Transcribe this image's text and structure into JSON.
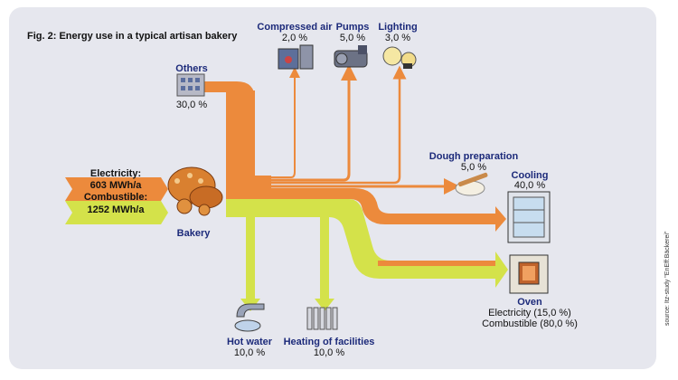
{
  "figure": {
    "title": "Fig. 2: Energy use in a typical artisan bakery",
    "source": "source: Itz-study \"EnEff:Bäckerei\""
  },
  "inputs": {
    "electricity_label": "Electricity:",
    "electricity_value": "603 MWh/a",
    "combustible_label": "Combustible:",
    "combustible_value": "1252 MWh/a"
  },
  "hub": {
    "label": "Bakery"
  },
  "consumers": [
    {
      "key": "others",
      "label": "Others",
      "value": "30,0 %",
      "icon": "office-building-icon"
    },
    {
      "key": "compressed-air",
      "label": "Compressed air",
      "value": "2,0 %",
      "icon": "compressor-icon"
    },
    {
      "key": "pumps",
      "label": "Pumps",
      "value": "5,0 %",
      "icon": "pump-icon"
    },
    {
      "key": "lighting",
      "label": "Lighting",
      "value": "3,0 %",
      "icon": "light-bulb-icon"
    },
    {
      "key": "dough-preparation",
      "label": "Dough preparation",
      "value": "5,0 %",
      "icon": "dough-icon"
    },
    {
      "key": "cooling",
      "label": "Cooling",
      "value": "40,0 %",
      "icon": "refrigerator-icon"
    },
    {
      "key": "hot-water",
      "label": "Hot water",
      "value": "10,0 %",
      "icon": "faucet-icon"
    },
    {
      "key": "heating",
      "label": "Heating of facilities",
      "value": "10,0 %",
      "icon": "radiator-icon"
    }
  ],
  "oven": {
    "label": "Oven",
    "electricity": "Electricity (15,0 %)",
    "combustible": "Combustible (80,0 %)",
    "icon": "oven-icon"
  },
  "colors": {
    "electricity": "#ec8a3c",
    "combustible": "#d4e24a",
    "label_blue": "#1c2a7a",
    "panel": "#e6e7ee"
  },
  "chart_data": {
    "type": "sankey",
    "title": "Fig. 2: Energy use in a typical artisan bakery",
    "sources": [
      {
        "name": "Electricity",
        "value": 603,
        "unit": "MWh/a"
      },
      {
        "name": "Combustible",
        "value": 1252,
        "unit": "MWh/a"
      }
    ],
    "hub": "Bakery",
    "electricity_shares": [
      {
        "target": "Others",
        "percent": 30.0
      },
      {
        "target": "Compressed air",
        "percent": 2.0
      },
      {
        "target": "Pumps",
        "percent": 5.0
      },
      {
        "target": "Lighting",
        "percent": 3.0
      },
      {
        "target": "Dough preparation",
        "percent": 5.0
      },
      {
        "target": "Cooling",
        "percent": 40.0
      },
      {
        "target": "Oven",
        "percent": 15.0
      }
    ],
    "combustible_shares": [
      {
        "target": "Hot water",
        "percent": 10.0
      },
      {
        "target": "Heating of facilities",
        "percent": 10.0
      },
      {
        "target": "Oven",
        "percent": 80.0
      }
    ]
  }
}
